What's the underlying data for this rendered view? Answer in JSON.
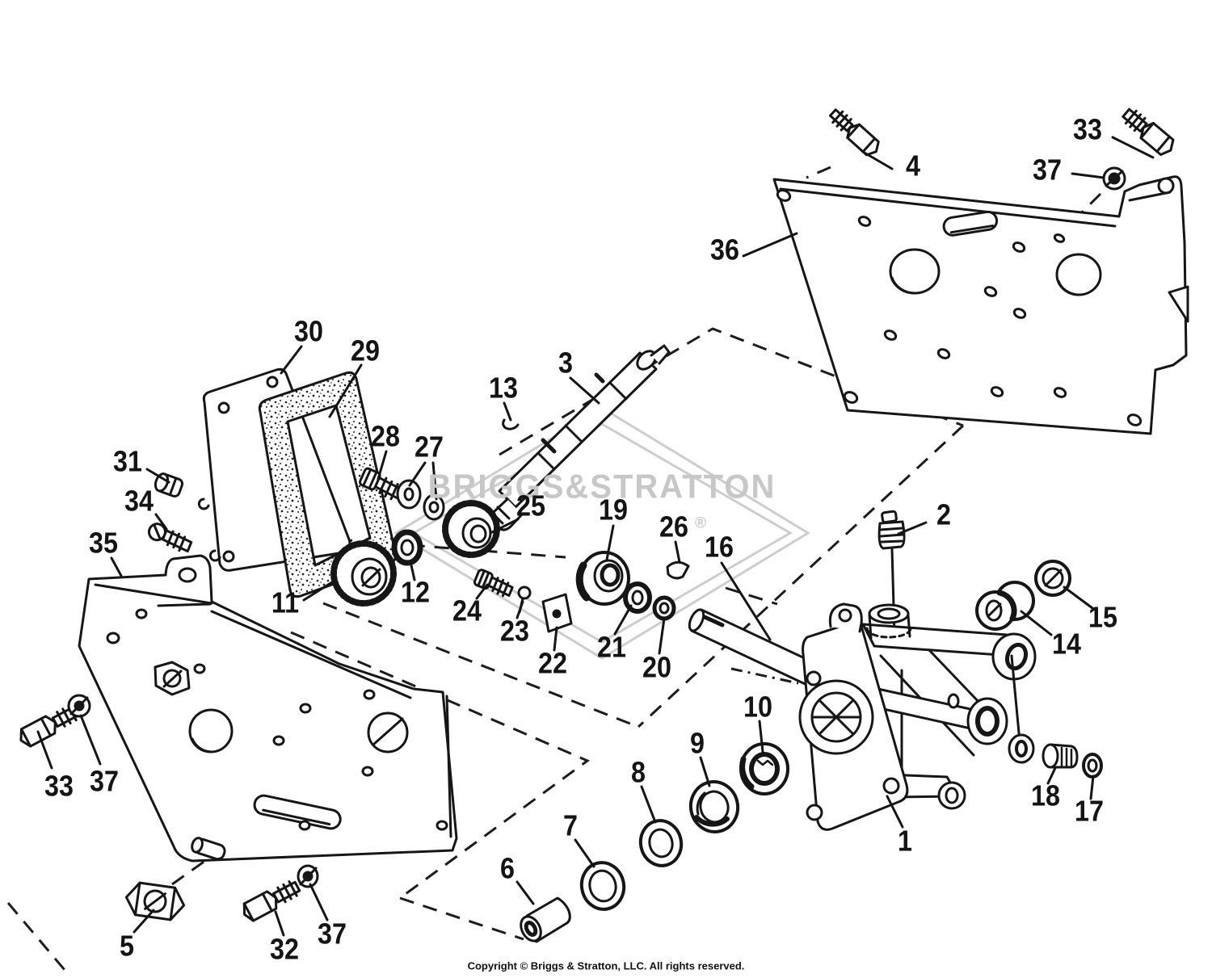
{
  "page": {
    "background": "#ffffff",
    "ink_color": "#161616"
  },
  "watermark": {
    "text": "BRIGGS&STRATTON",
    "registered_mark": "®",
    "color": "#c7c7c7"
  },
  "footer": {
    "copyright": "Copyright © Briggs & Stratton, LLC. All rights reserved."
  },
  "callouts": {
    "n1": "1",
    "n2": "2",
    "n3": "3",
    "n4": "4",
    "n5": "5",
    "n6": "6",
    "n7": "7",
    "n8": "8",
    "n9": "9",
    "n10": "10",
    "n11": "11",
    "n12": "12",
    "n13": "13",
    "n14": "14",
    "n15": "15",
    "n16": "16",
    "n17": "17",
    "n18": "18",
    "n19": "19",
    "n20": "20",
    "n21": "21",
    "n22": "22",
    "n23": "23",
    "n24": "24",
    "n25": "25",
    "n26": "26",
    "n27": "27",
    "n28": "28",
    "n29": "29",
    "n30": "30",
    "n31": "31",
    "n32": "32",
    "n33": "33",
    "n33b": "33",
    "n34": "34",
    "n35": "35",
    "n36": "36",
    "n37": "37",
    "n37b": "37",
    "n37c": "37"
  }
}
